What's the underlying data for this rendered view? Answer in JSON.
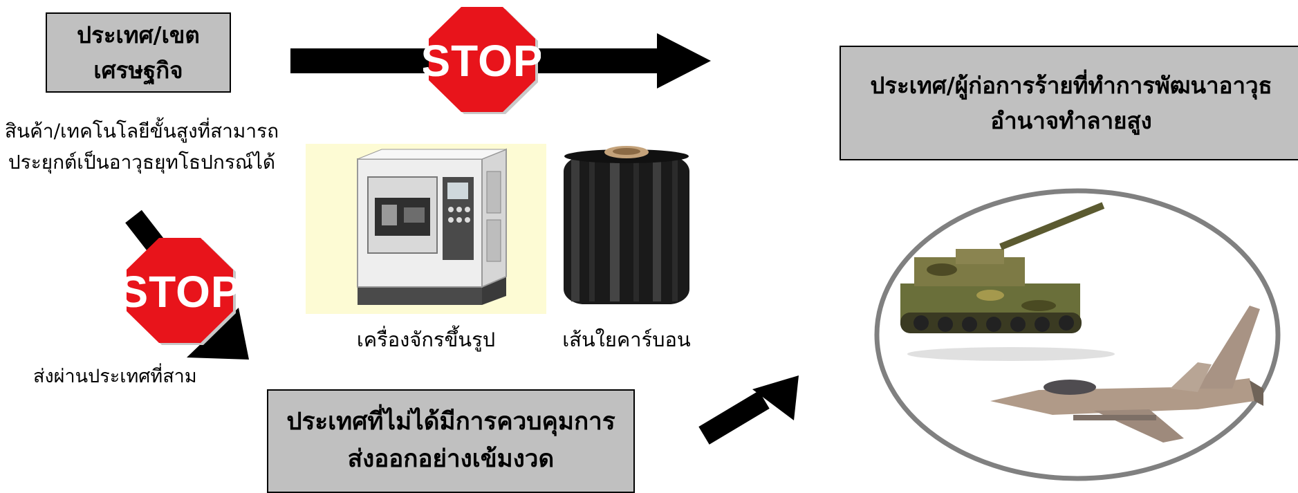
{
  "source_box": {
    "line1": "ประเทศ/เขต",
    "line2": "เศรษฐกิจ"
  },
  "goods_text": {
    "line1": "สินค้า/เทคโนโลยีขั้นสูงที่สามารถ",
    "line2": "ประยุกต์เป็นอาวุธยุทโธปกรณ์ได้"
  },
  "stop_sign_label": "STOP",
  "transit_label": "ส่งผ่านประเทศที่สาม",
  "items": [
    {
      "label": "เครื่องจักรขึ้นรูป"
    },
    {
      "label": "เส้นใยคาร์บอน"
    }
  ],
  "uncontrolled_box": {
    "line1": "ประเทศที่ไม่ได้มีการควบคุมการ",
    "line2": "ส่งออกอย่างเข้มงวด"
  },
  "target_box": {
    "line1": "ประเทศ/ผู้ก่อการร้ายที่ทำการพัฒนาอาวุธ",
    "line2": "อำนาจทำลายสูง"
  },
  "colors": {
    "stop_red": "#e8141b",
    "box_gray": "#c0c0c0",
    "arrow": "#000000"
  }
}
